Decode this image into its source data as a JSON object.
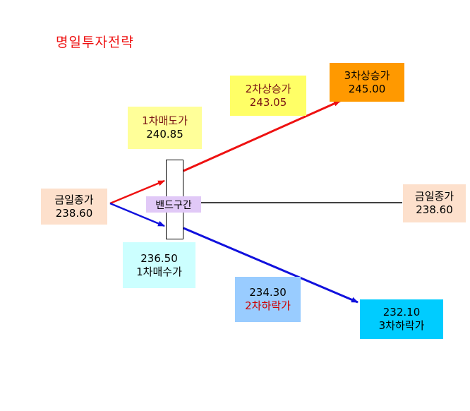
{
  "title": "명일투자전략",
  "band_label": "밴드구간",
  "nodes": {
    "today_close_left": {
      "label": "금일종가",
      "value": "238.60",
      "color": "#fde0cc"
    },
    "today_close_right": {
      "label": "금일종가",
      "value": "238.60",
      "color": "#fde0cc"
    },
    "sell_1": {
      "label": "1차매도가",
      "value": "240.85",
      "color": "#ffff99"
    },
    "rise_2": {
      "label": "2차상승가",
      "value": "243.05",
      "color": "#ffff66"
    },
    "rise_3": {
      "label": "3차상승가",
      "value": "245.00",
      "color": "#ff9900"
    },
    "buy_1": {
      "label": "1차매수가",
      "value": "236.50",
      "color": "#ccffff"
    },
    "fall_2": {
      "label": "2차하락가",
      "value": "234.30",
      "color": "#99ccff"
    },
    "fall_3": {
      "label": "3차하락가",
      "value": "232.10",
      "color": "#00ccff"
    }
  },
  "colors": {
    "up_arrow": "#ee1111",
    "down_arrow": "#1111dd",
    "flat_line": "#000000"
  }
}
